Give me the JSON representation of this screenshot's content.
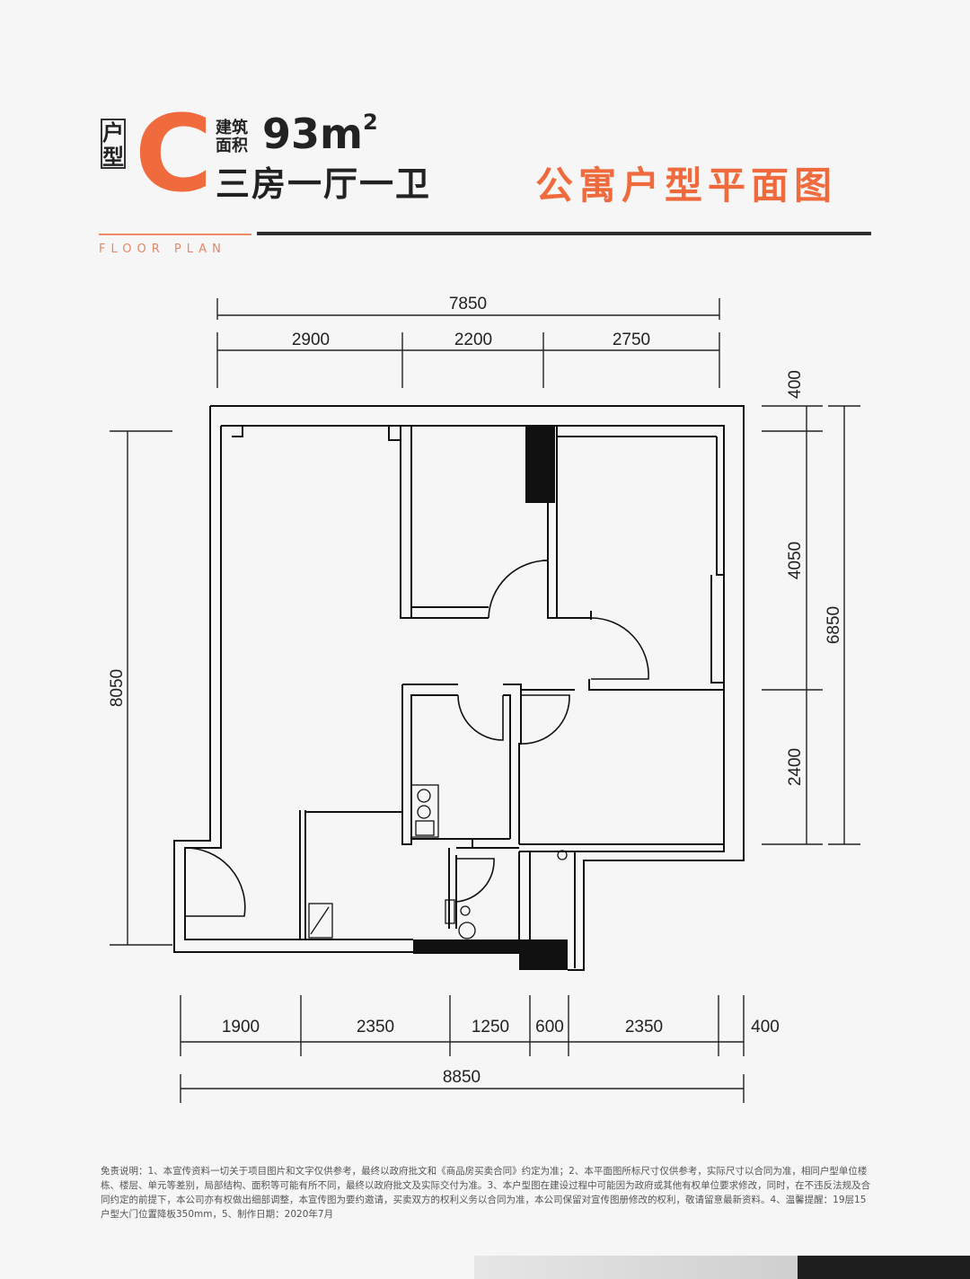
{
  "header": {
    "type_label": "户型",
    "type_letter": "C",
    "area_label": "建筑面积",
    "area_value": "93m",
    "area_sup": "2",
    "rooms": "三房一厅一卫",
    "title": "公寓户型平面图",
    "subtitle": "FLOOR PLAN"
  },
  "dims": {
    "top_total": "7850",
    "top_1": "2900",
    "top_2": "2200",
    "top_3": "2750",
    "right_top": "400",
    "right_1": "4050",
    "right_2": "2400",
    "right_total": "6850",
    "left_total": "8050",
    "bottom_1": "1900",
    "bottom_2": "2350",
    "bottom_3": "1250",
    "bottom_4": "600",
    "bottom_5": "2350",
    "bottom_6": "400",
    "bottom_total": "8850"
  },
  "disclaimer": "免责说明：1、本宣传资料一切关于项目图片和文字仅供参考，最终以政府批文和《商品房买卖合同》约定为准；2、本平面图所标尺寸仅供参考，实际尺寸以合同为准，相同户型单位楼栋、楼层、单元等差别，局部结构、面积等可能有所不同，最终以政府批文及实际交付为准。3、本户型图在建设过程中可能因为政府或其他有权单位要求修改，同时，在不违反法规及合同约定的前提下，本公司亦有权做出细部调整，本宣传图为要约邀请，买卖双方的权利义务以合同为准，本公司保留对宣传图册修改的权利，敬请留意最新资料。4、温馨提醒：19层15户型大门位置降板350mm，5、制作日期：2020年7月",
  "colors": {
    "accent": "#ef6a3c",
    "wall": "#111111"
  }
}
